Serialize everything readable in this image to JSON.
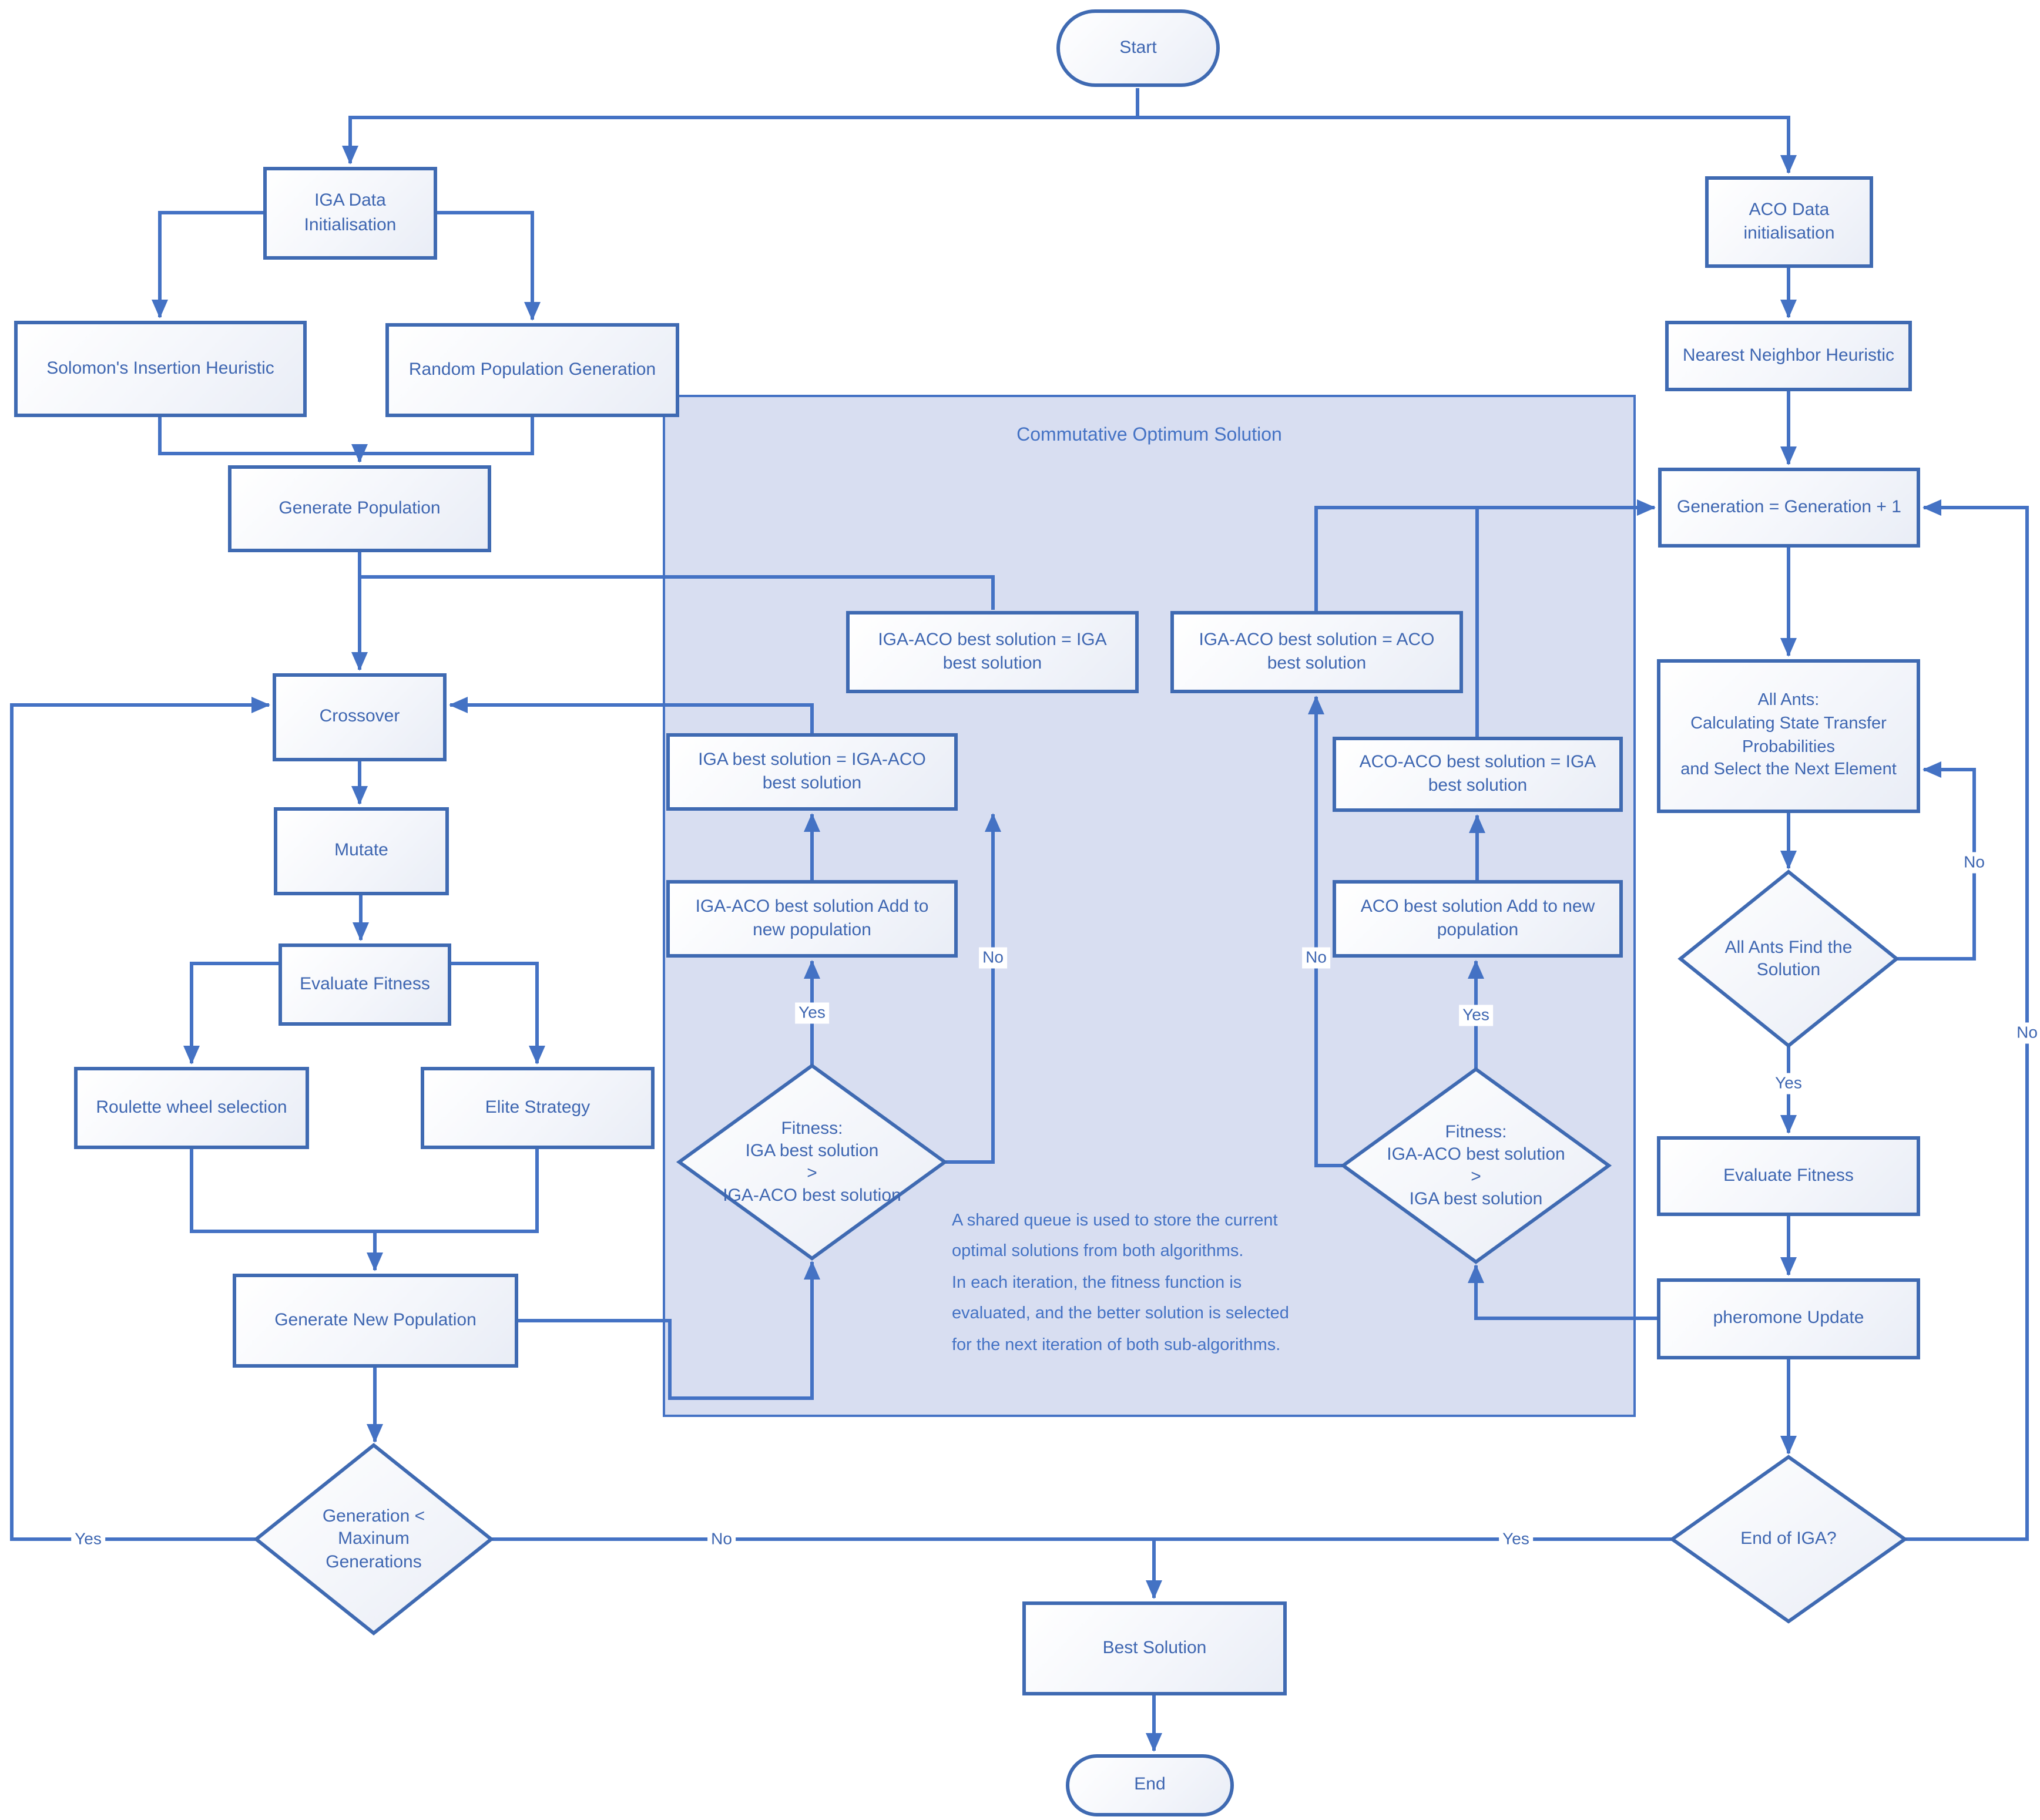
{
  "colors": {
    "accent": "#4472C4",
    "border": "#3F6AB2",
    "text": "#3E66B1",
    "panel_fill": "#D8DEF1"
  },
  "panel": {
    "title": "Commutative Optimum Solution"
  },
  "note": {
    "text": "A shared queue is used to store the current\noptimal solutions from both algorithms.\nIn each iteration, the fitness function is\nevaluated, and the better solution is selected\nfor the next iteration of both sub-algorithms."
  },
  "labels": {
    "yes": "Yes",
    "no": "No"
  },
  "nodes": {
    "start": {
      "label": "Start"
    },
    "iga_init": {
      "label": "IGA Data\nInitialisation"
    },
    "solomon": {
      "label": "Solomon's Insertion Heuristic"
    },
    "random_pop": {
      "label": "Random Population Generation"
    },
    "generate_pop": {
      "label": "Generate Population"
    },
    "crossover": {
      "label": "Crossover"
    },
    "mutate": {
      "label": "Mutate"
    },
    "evaluate_fitness_iga": {
      "label": "Evaluate Fitness"
    },
    "roulette": {
      "label": "Roulette wheel selection"
    },
    "elite": {
      "label": "Elite Strategy"
    },
    "generate_new_pop": {
      "label": "Generate New Population"
    },
    "gen_max": {
      "label": "Generation <\nMaxinum\nGenerations"
    },
    "best_solution": {
      "label": "Best Solution"
    },
    "end": {
      "label": "End"
    },
    "iga_best_eq": {
      "label": "IGA best solution = IGA-ACO\nbest solution"
    },
    "igaaco_add": {
      "label": "IGA-ACO best solution Add to\nnew population"
    },
    "fitness_left": {
      "label": "Fitness:\nIGA best solution\n>\nIGA-ACO best solution"
    },
    "igaaco_eq_iga": {
      "label": "IGA-ACO best solution = IGA\nbest solution"
    },
    "igaaco_eq_aco": {
      "label": "IGA-ACO best solution = ACO\nbest solution"
    },
    "acoaco_eq_iga": {
      "label": "ACO-ACO best solution = IGA\nbest solution"
    },
    "aco_add": {
      "label": "ACO best solution Add to new\npopulation"
    },
    "fitness_right": {
      "label": "Fitness:\nIGA-ACO best solution\n>\nIGA best solution"
    },
    "aco_init": {
      "label": "ACO Data\ninitialisation"
    },
    "nearest": {
      "label": "Nearest Neighbor Heuristic"
    },
    "gen_plus": {
      "label": "Generation = Generation + 1"
    },
    "all_ants": {
      "label": "All Ants:\nCalculating State Transfer\nProbabilities\nand Select the Next Element"
    },
    "find_solution": {
      "label": "All Ants Find the\nSolution"
    },
    "evaluate_fitness_aco": {
      "label": "Evaluate Fitness"
    },
    "pheromone": {
      "label": "pheromone Update"
    },
    "end_iga": {
      "label": "End of IGA?"
    }
  }
}
